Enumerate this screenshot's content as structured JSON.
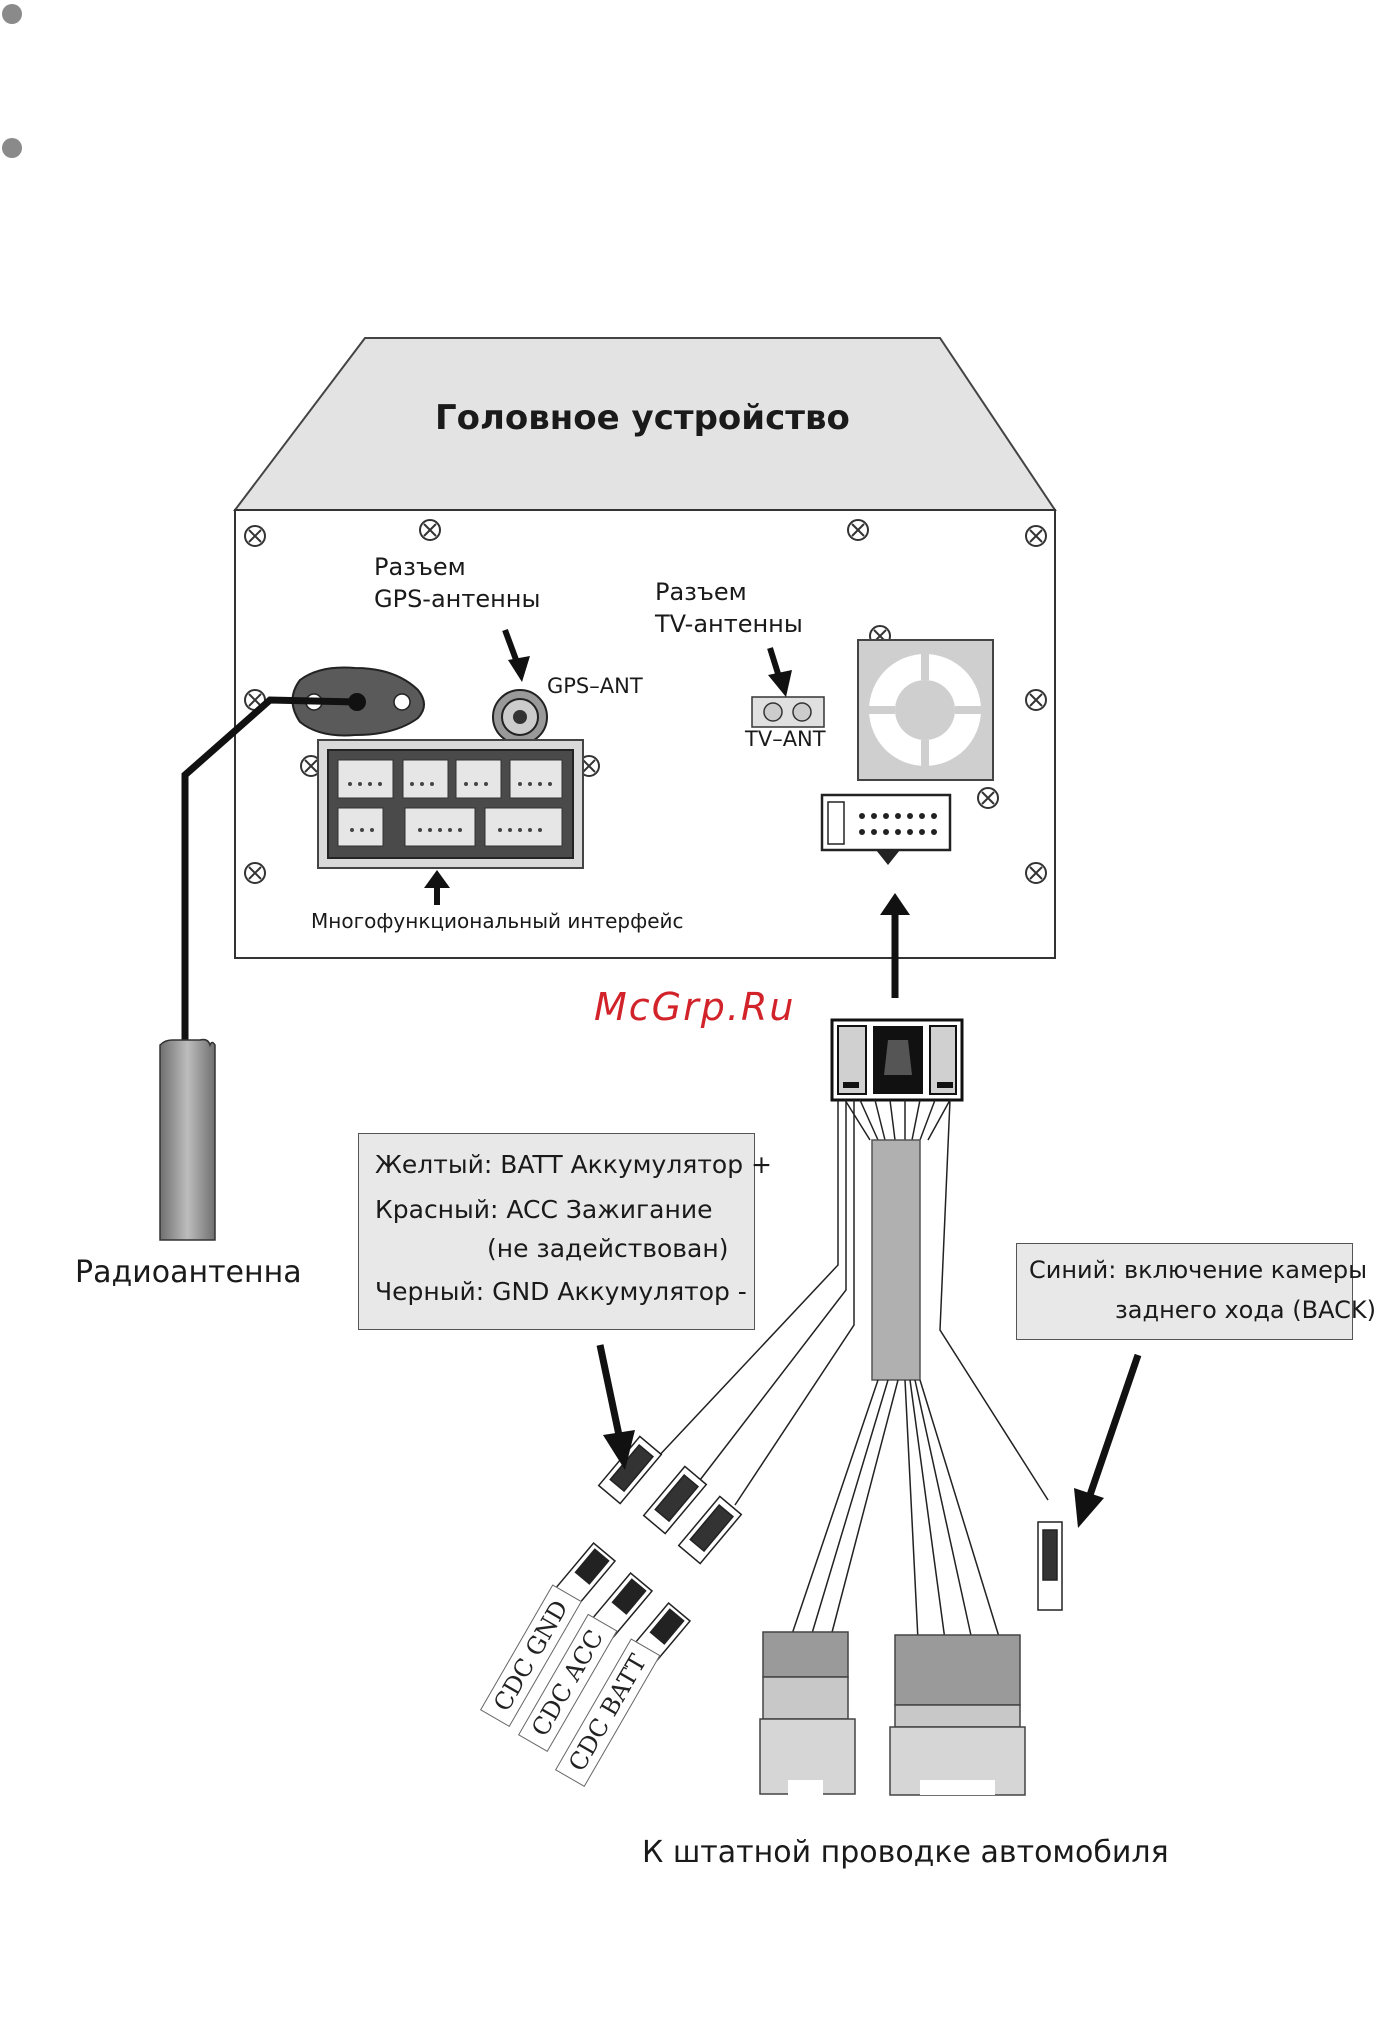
{
  "head_unit_title": "Головное устройство",
  "labels": {
    "gps_connector": [
      "Разъем",
      "GPS-антенны"
    ],
    "gps_ant": "GPS–ANT",
    "tv_connector": [
      "Разъем",
      "TV-антенны"
    ],
    "tv_ant": "TV–ANT",
    "multifunction": "Многофункциональный интерфейс",
    "radio_antenna": "Радиоантенна",
    "vehicle_wiring": "К штатной проводке автомобиля"
  },
  "watermark": "McGrp.Ru",
  "power_box": {
    "lines": [
      "Желтый: BATT Аккумулятор +",
      "Красный: ACC Зажигание",
      "(не задействован)",
      "Черный: GND Аккумулятор -"
    ]
  },
  "camera_box": {
    "lines": [
      "Синий: включение камеры",
      "заднего хода (BACK)"
    ]
  },
  "cdc_tags": [
    "CDC GND",
    "CDC ACC",
    "CDC BATT"
  ],
  "colors": {
    "roof": "#e3e3e3",
    "panel_border": "#333333",
    "box_fill": "#e8e8e8",
    "watermark": "#d2232a",
    "connector_fill": "#9a9a9a"
  }
}
